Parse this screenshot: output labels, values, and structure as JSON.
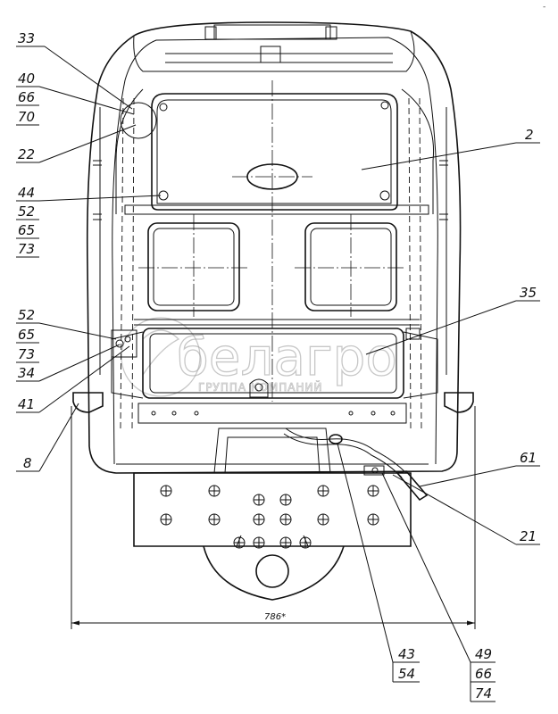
{
  "drawing": {
    "dimension_label": "786*",
    "corner_marker": "-",
    "watermark": {
      "brand": "белагро",
      "tagline": "ГРУППА КОМПАНИЙ"
    },
    "callouts": {
      "c33": "33",
      "c40": "40",
      "c66a": "66",
      "c70": "70",
      "c22": "22",
      "c44": "44",
      "c52a": "52",
      "c65a": "65",
      "c73a": "73",
      "c52b": "52",
      "c65b": "65",
      "c73b": "73",
      "c34": "34",
      "c41": "41",
      "c8": "8",
      "c2": "2",
      "c35": "35",
      "c61": "61",
      "c21": "21",
      "c43": "43",
      "c54": "54",
      "c49": "49",
      "c66b": "66",
      "c74": "74"
    }
  }
}
